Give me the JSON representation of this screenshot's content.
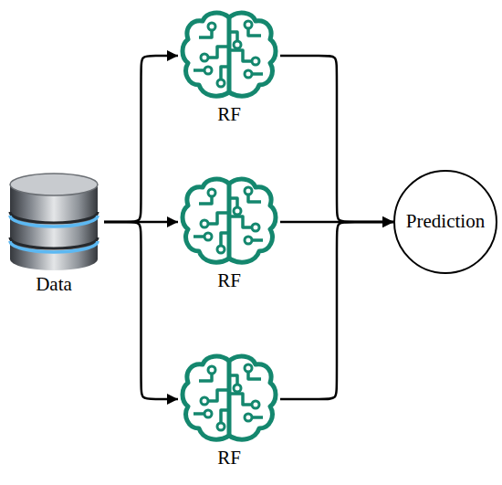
{
  "diagram": {
    "nodes": [
      {
        "text": [
          "Data"
        ]
      },
      {
        "text": [
          "RF"
        ]
      },
      {
        "text": [
          "RF"
        ]
      },
      {
        "text": [
          "RF"
        ]
      },
      {
        "text": [
          "Prediction"
        ]
      }
    ],
    "edges": [
      {
        "from": 0,
        "to": 1,
        "arrow": "to"
      },
      {
        "from": 0,
        "to": 2,
        "arrow": "to"
      },
      {
        "from": 0,
        "to": 3,
        "arrow": "to"
      },
      {
        "from": 1,
        "to": 4,
        "arrow": "to"
      },
      {
        "from": 2,
        "to": 4,
        "arrow": "to"
      },
      {
        "from": 3,
        "to": 4,
        "arrow": "to"
      }
    ]
  }
}
